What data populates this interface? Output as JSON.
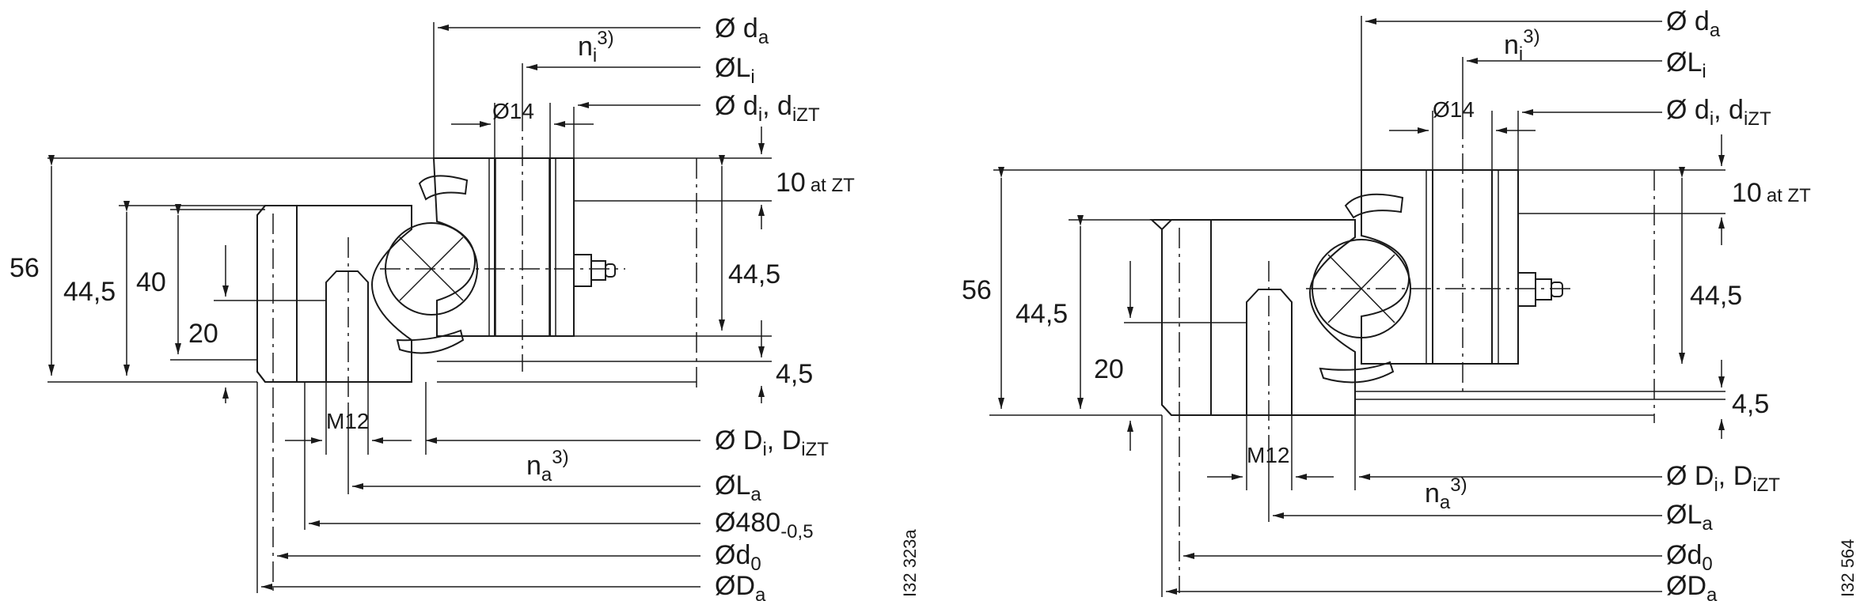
{
  "drawings": [
    {
      "figure_id": "I32 323a",
      "dims": {
        "da": {
          "sym": "Ø d",
          "sub": "a"
        },
        "Li": {
          "sym": "ØL",
          "sub": "i"
        },
        "di": {
          "sym": "Ø d",
          "sub": "i",
          "tail": ", d",
          "sub2": "iZT"
        },
        "ni": {
          "main": "n",
          "sub": "i",
          "sup": "3)"
        },
        "d14": "Ø14",
        "h10": {
          "main": "10",
          "tail": "at ZT"
        },
        "h56": "56",
        "h445a": "44,5",
        "h40": "40",
        "h20": "20",
        "h445b": "44,5",
        "h45": "4,5",
        "m12": "M12",
        "Di": {
          "sym": "Ø D",
          "sub": "i",
          "tail": ", D",
          "sub2": "iZT"
        },
        "na": {
          "main": "n",
          "sub": "a",
          "sup": "3)"
        },
        "La": {
          "sym": "ØL",
          "sub": "a"
        },
        "d480": {
          "sym": "Ø480",
          "sub": "-0,5"
        },
        "d0": {
          "sym": "Ød",
          "sub": "0"
        },
        "Da": {
          "sym": "ØD",
          "sub": "a"
        }
      }
    },
    {
      "figure_id": "I32 564",
      "dims": {
        "da": {
          "sym": "Ø d",
          "sub": "a"
        },
        "Li": {
          "sym": "ØL",
          "sub": "i"
        },
        "di": {
          "sym": "Ø d",
          "sub": "i",
          "tail": ", d",
          "sub2": "iZT"
        },
        "ni": {
          "main": "n",
          "sub": "i",
          "sup": "3)"
        },
        "d14": "Ø14",
        "h10": {
          "main": "10",
          "tail": "at ZT"
        },
        "h56": "56",
        "h445a": "44,5",
        "h20": "20",
        "h445b": "44,5",
        "h45": "4,5",
        "m12": "M12",
        "Di": {
          "sym": "Ø D",
          "sub": "i",
          "tail": ", D",
          "sub2": "iZT"
        },
        "na": {
          "main": "n",
          "sub": "a",
          "sup": "3)"
        },
        "La": {
          "sym": "ØL",
          "sub": "a"
        },
        "d0": {
          "sym": "Ød",
          "sub": "0"
        },
        "Da": {
          "sym": "ØD",
          "sub": "a"
        }
      }
    }
  ]
}
